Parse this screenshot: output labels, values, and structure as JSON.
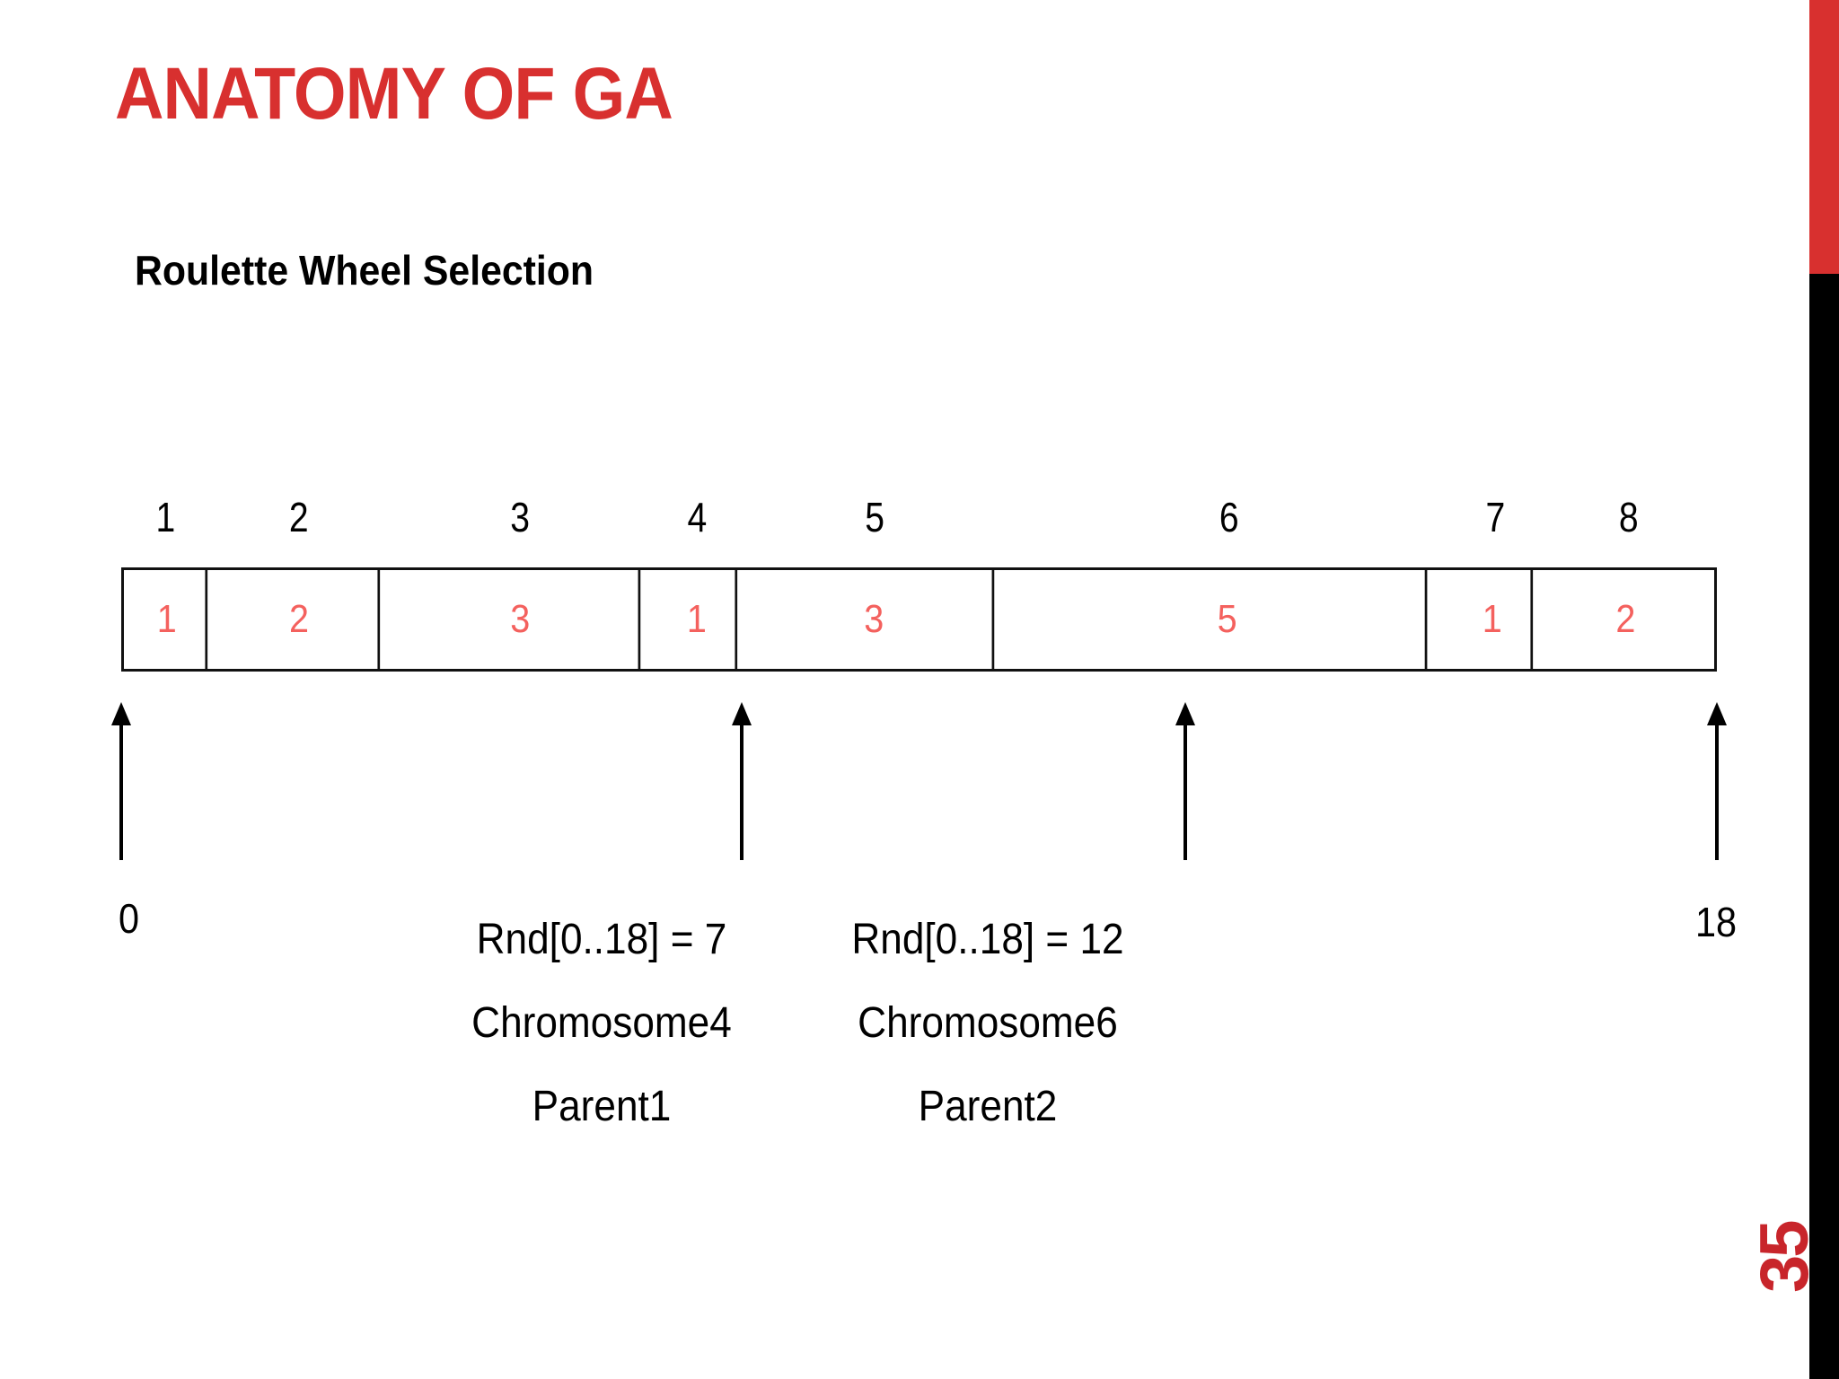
{
  "slide": {
    "title": "ANATOMY OF GA",
    "subtitle": "Roulette Wheel Selection",
    "page_number": "35",
    "accent_red": "#D8302F",
    "cell_value_red": "#F4615E",
    "page_number_red": "#C8252B"
  },
  "chart_data": {
    "type": "bar",
    "title": "Roulette Wheel Selection",
    "orientation": "horizontal-stacked",
    "categories": [
      "1",
      "2",
      "3",
      "4",
      "5",
      "6",
      "7",
      "8"
    ],
    "values": [
      1,
      2,
      3,
      1,
      3,
      5,
      1,
      2
    ],
    "total": 18,
    "xlabel": "",
    "ylabel": "",
    "xlim": [
      0,
      18
    ],
    "grid": false,
    "legend": false,
    "axis_start_label": "0",
    "axis_end_label": "18",
    "annotations": [
      {
        "position": 0,
        "label": ""
      },
      {
        "position": 7,
        "label": "Rnd[0..18] = 7 / Chromosome4 / Parent1"
      },
      {
        "position": 12,
        "label": "Rnd[0..18] = 12 / Chromosome6 / Parent2"
      },
      {
        "position": 18,
        "label": ""
      }
    ]
  },
  "bar": {
    "index_labels": [
      "1",
      "2",
      "3",
      "4",
      "5",
      "6",
      "7",
      "8"
    ],
    "cells": [
      {
        "label": "1",
        "weight": 1
      },
      {
        "label": "2",
        "weight": 2
      },
      {
        "label": "3",
        "weight": 3
      },
      {
        "label": "1",
        "weight": 1
      },
      {
        "label": "3",
        "weight": 3
      },
      {
        "label": "5",
        "weight": 5
      },
      {
        "label": "1",
        "weight": 1
      },
      {
        "label": "2",
        "weight": 2
      }
    ]
  },
  "scale": {
    "start": "0",
    "end": "18"
  },
  "callouts": [
    {
      "random_draw": "Rnd[0..18] = 7",
      "chromosome": "Chromosome4",
      "parent": "Parent1",
      "pointer_value": 7
    },
    {
      "random_draw": "Rnd[0..18] = 12",
      "chromosome": "Chromosome6",
      "parent": "Parent2",
      "pointer_value": 12
    }
  ],
  "pointers": [
    {
      "value": 0,
      "name": "pointer-start"
    },
    {
      "value": 7,
      "name": "pointer-rnd-7"
    },
    {
      "value": 12,
      "name": "pointer-rnd-12"
    },
    {
      "value": 18,
      "name": "pointer-end"
    }
  ]
}
